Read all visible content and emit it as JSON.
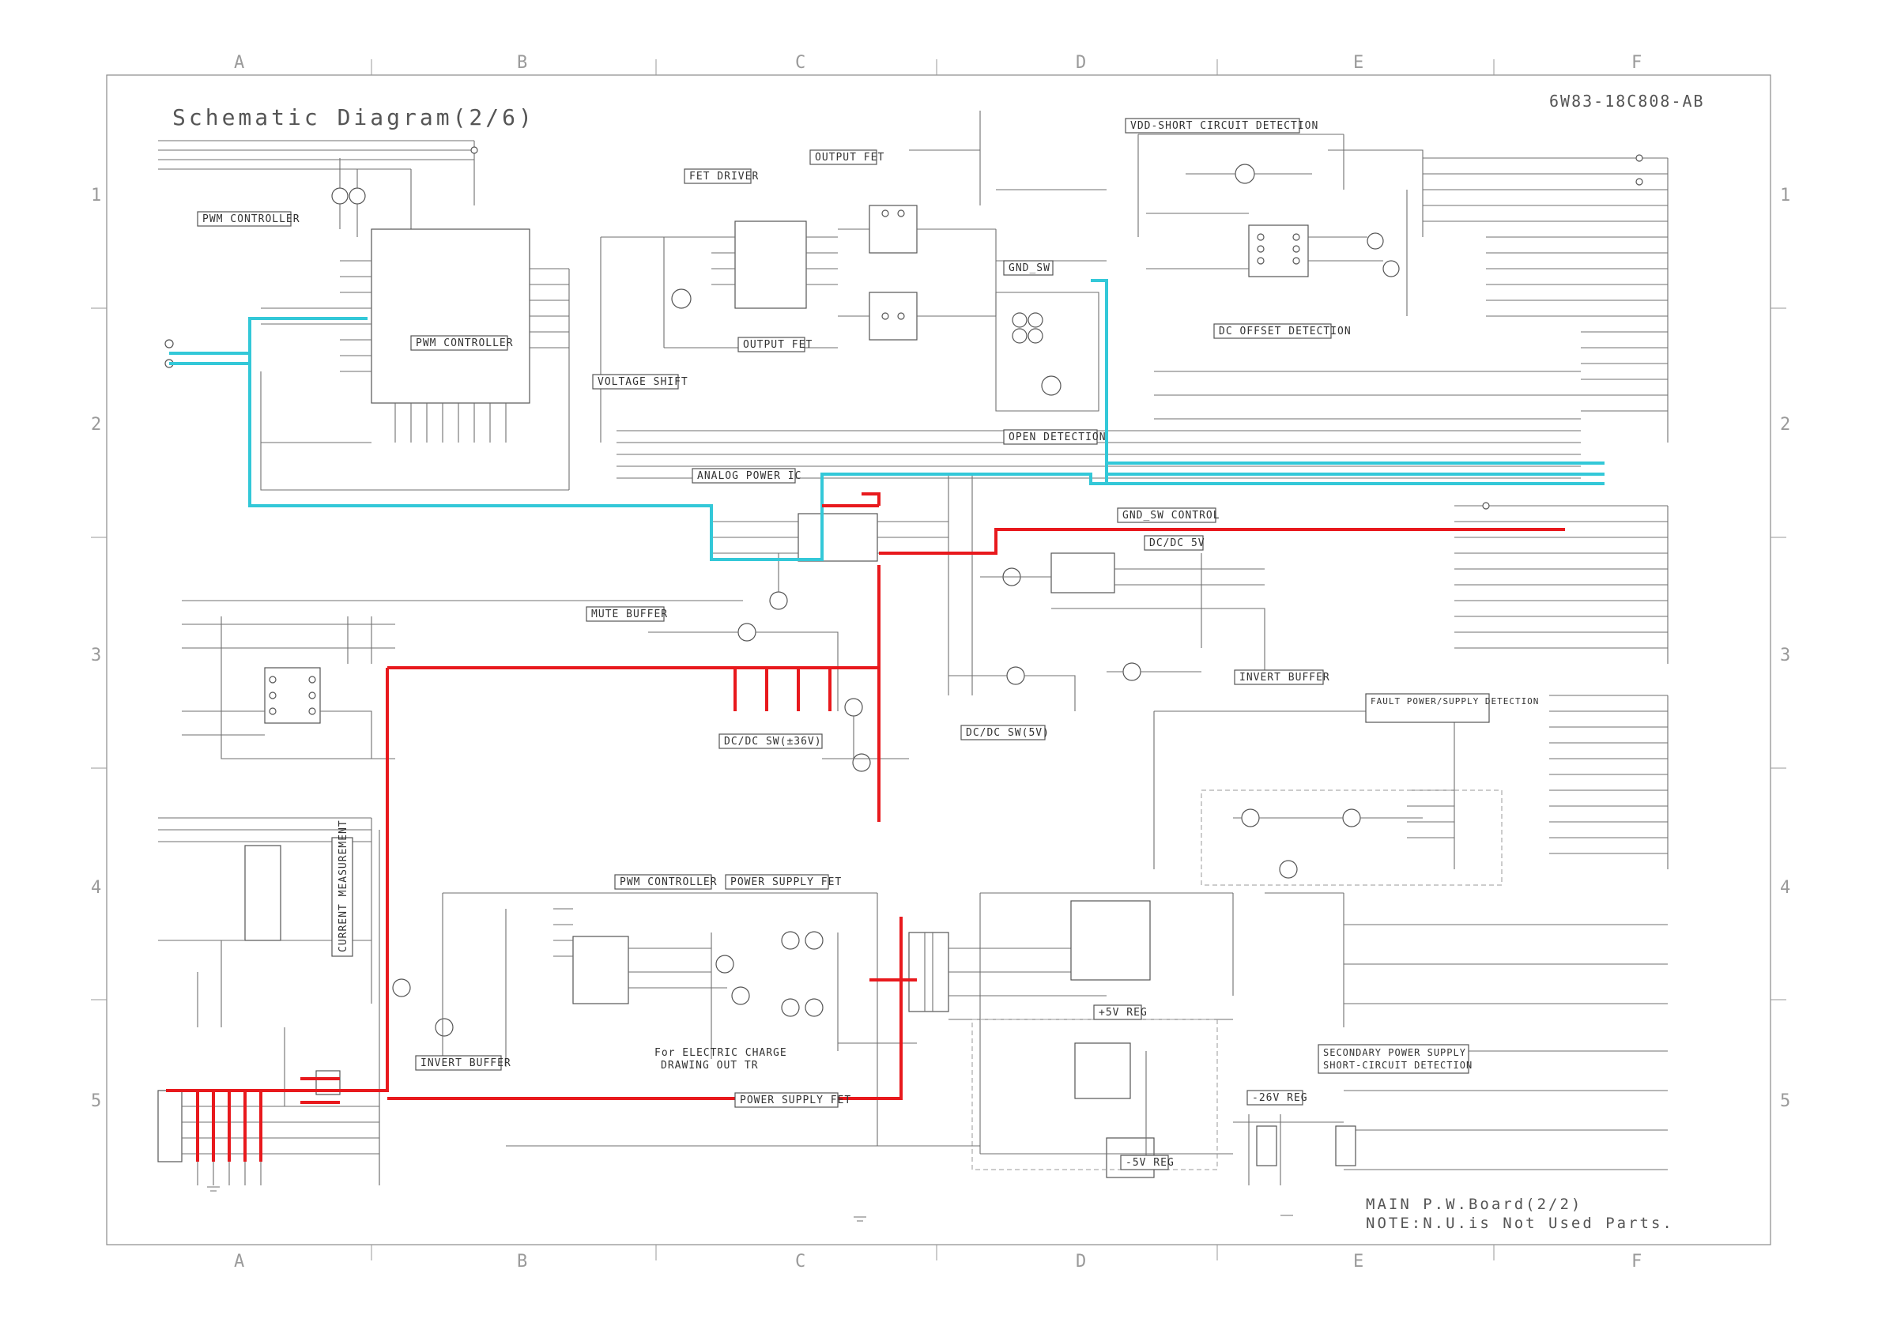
{
  "header": {
    "title": "Schematic Diagram(2/6)",
    "code": "6W83-18C808-AB"
  },
  "grid": {
    "columns": [
      "A",
      "B",
      "C",
      "D",
      "E",
      "F"
    ],
    "rows": [
      "1",
      "2",
      "3",
      "4",
      "5"
    ]
  },
  "blocks": {
    "pwm_controller_top_left": "PWM CONTROLLER",
    "pwm_controller_ic": "PWM CONTROLLER",
    "fet_driver": "FET DRIVER",
    "output_fet_top": "OUTPUT FET",
    "output_fet_mid": "OUTPUT FET",
    "voltage_shift": "VOLTAGE SHIFT",
    "gnd_sw": "GND_SW",
    "open_detection": "OPEN DETECTION",
    "vdd_short": "VDD-SHORT CIRCUIT DETECTION",
    "dc_offset": "DC OFFSET DETECTION",
    "analog_power_ic": "ANALOG POWER IC",
    "gnd_sw_control": "GND_SW CONTROL",
    "dcdc_5v": "DC/DC 5V",
    "mute_buffer": "MUTE BUFFER",
    "invert_buffer_mid": "INVERT BUFFER",
    "dcdc_sw_36v": "DC/DC SW(±36V)",
    "dcdc_sw_5v": "DC/DC SW(5V)",
    "fault_power_supply": "FAULT POWER/SUPPLY DETECTION",
    "current_measurement": "CURRENT MEASUREMENT",
    "pwm_controller_bottom": "PWM CONTROLLER",
    "power_supply_fet_top": "POWER SUPPLY FET",
    "power_supply_fet_bottom": "POWER SUPPLY FET",
    "invert_buffer_bottom": "INVERT BUFFER",
    "electric_charge_line1": "For ELECTRIC CHARGE",
    "electric_charge_line2": "DRAWING OUT TR",
    "plus5v_reg": "+5V REG",
    "minus5v_reg": "-5V REG",
    "minus26v_reg": "-26V REG",
    "secondary_line1": "SECONDARY POWER SUPPLY",
    "secondary_line2": "SHORT-CIRCUIT DETECTION"
  },
  "footer": {
    "board": "MAIN P.W.Board(2/2)",
    "note": "NOTE:N.U.is Not Used Parts."
  },
  "colors": {
    "highlight_red": "#e8191d",
    "highlight_cyan": "#33c8d8",
    "line": "#6f6f6f",
    "frame": "#8a8a8a"
  }
}
